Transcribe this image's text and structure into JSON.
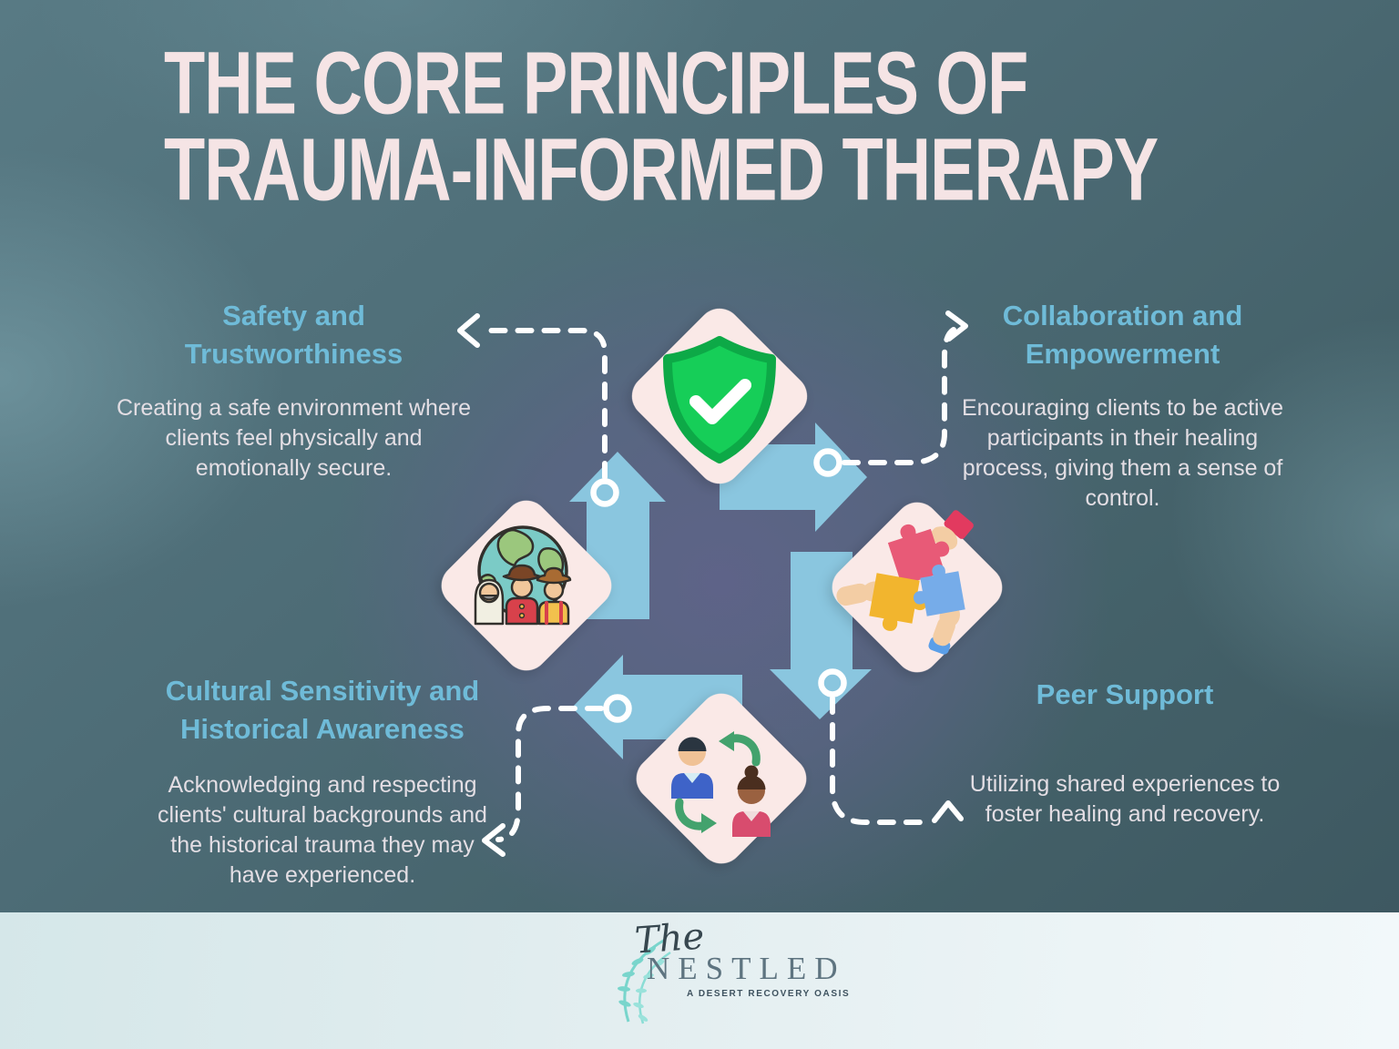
{
  "title": {
    "line1": "THE CORE PRINCIPLES OF",
    "line2": "TRAUMA-INFORMED THERAPY"
  },
  "principles": [
    {
      "id": "safety",
      "heading_line1": "Safety and",
      "heading_line2": "Trustworthiness",
      "body": "Creating a safe environment where clients feel physically and emotionally secure.",
      "icon": "shield-check-icon",
      "position": "top-left"
    },
    {
      "id": "collaboration",
      "heading_line1": "Collaboration and",
      "heading_line2": "Empowerment",
      "body": "Encouraging clients to be active participants in their healing process, giving them a sense of control.",
      "icon": "puzzle-teamwork-icon",
      "position": "top-right"
    },
    {
      "id": "peer-support",
      "heading_line1": "Peer Support",
      "heading_line2": "",
      "body": "Utilizing shared experiences to foster healing and recovery.",
      "icon": "people-exchange-icon",
      "position": "bottom-right"
    },
    {
      "id": "cultural",
      "heading_line1": "Cultural Sensitivity and",
      "heading_line2": "Historical Awareness",
      "body": "Acknowledging and respecting clients' cultural backgrounds and the historical trauma they may have experienced.",
      "icon": "globe-diversity-icon",
      "position": "bottom-left"
    }
  ],
  "footer": {
    "brand_script": "The",
    "brand_name": "NESTLED",
    "tagline": "A DESERT RECOVERY OASIS"
  },
  "colors": {
    "background_teal": "#4D6C76",
    "center_tint": "#5C6186",
    "title_text": "#F5E4E5",
    "heading_text": "#6FBBD8",
    "body_text": "#E3DEE4",
    "arrow_fill": "#8AC6DF",
    "diamond_fill": "#FAE9E7",
    "connector": "#FFFFFF",
    "shield_green": "#16CE58",
    "footer_bg": "#E8F2F4",
    "brand_text": "#5E7480",
    "brand_leaf": "#79D5CC"
  }
}
